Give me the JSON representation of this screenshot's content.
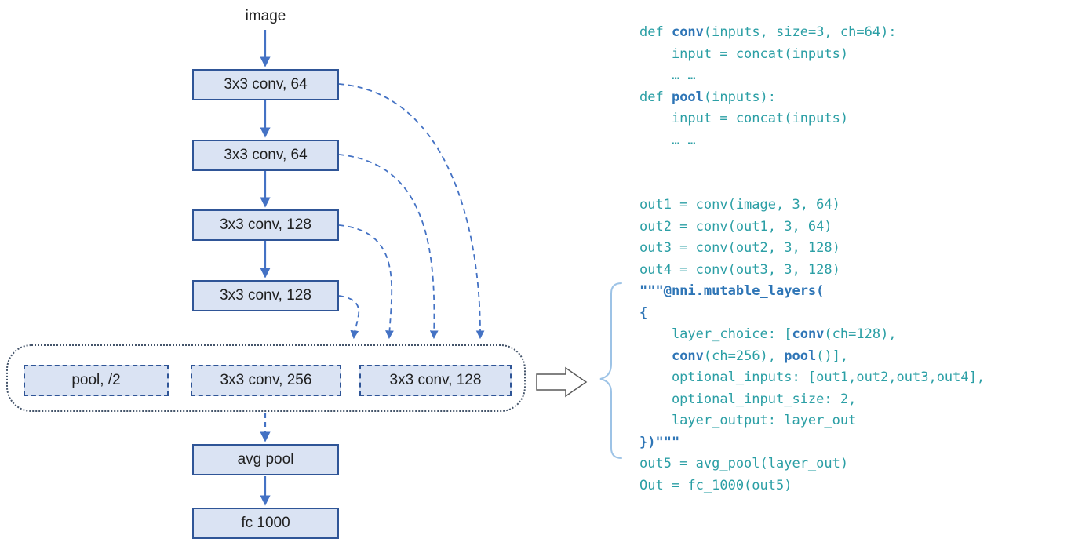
{
  "colors": {
    "box-fill": "#dae3f3",
    "box-border": "#2f5597",
    "arrow": "#4472c4",
    "container-border": "#44546a",
    "code-teal": "#2b9fa5",
    "code-blue": "#2e75b6",
    "brace": "#9dc3e6",
    "transform-arrow-border": "#595959",
    "text": "#1f1f1f"
  },
  "diagram": {
    "input_label": "image",
    "layers": [
      {
        "label": "3x3 conv, 64"
      },
      {
        "label": "3x3 conv, 64"
      },
      {
        "label": "3x3 conv, 128"
      },
      {
        "label": "3x3 conv, 128"
      }
    ],
    "choices": [
      {
        "label": "pool, /2"
      },
      {
        "label": "3x3 conv, 256"
      },
      {
        "label": "3x3 conv, 128"
      }
    ],
    "tail": [
      {
        "label": "avg pool"
      },
      {
        "label": "fc 1000"
      }
    ]
  },
  "code": {
    "lines": [
      [
        {
          "t": "def ",
          "b": false
        },
        {
          "t": "conv",
          "b": true
        },
        {
          "t": "(inputs, size=3, ch=64):",
          "b": false
        }
      ],
      [
        {
          "t": "    input = concat(inputs)",
          "b": false
        }
      ],
      [
        {
          "t": "    … …",
          "b": false
        }
      ],
      [
        {
          "t": "def ",
          "b": false
        },
        {
          "t": "pool",
          "b": true
        },
        {
          "t": "(inputs):",
          "b": false
        }
      ],
      [
        {
          "t": "    input = concat(inputs)",
          "b": false
        }
      ],
      [
        {
          "t": "    … …",
          "b": false
        }
      ],
      [],
      [],
      [
        {
          "t": "out1 = conv(image, 3, 64)",
          "b": false
        }
      ],
      [
        {
          "t": "out2 = conv(out1, 3, 64)",
          "b": false
        }
      ],
      [
        {
          "t": "out3 = conv(out2, 3, 128)",
          "b": false
        }
      ],
      [
        {
          "t": "out4 = conv(out3, 3, 128)",
          "b": false
        }
      ],
      [
        {
          "t": "\"\"\"@nni.mutable_layers(",
          "b": true
        }
      ],
      [
        {
          "t": "{",
          "b": true
        }
      ],
      [
        {
          "t": "    layer_choice: [",
          "b": false
        },
        {
          "t": "conv",
          "b": true
        },
        {
          "t": "(ch=128),",
          "b": false
        }
      ],
      [
        {
          "t": "    ",
          "b": false
        },
        {
          "t": "conv",
          "b": true
        },
        {
          "t": "(ch=256), ",
          "b": false
        },
        {
          "t": "pool",
          "b": true
        },
        {
          "t": "()],",
          "b": false
        }
      ],
      [
        {
          "t": "    optional_inputs: [out1,out2,out3,out4],",
          "b": false
        }
      ],
      [
        {
          "t": "    optional_input_size: 2,",
          "b": false
        }
      ],
      [
        {
          "t": "    layer_output: layer_out",
          "b": false
        }
      ],
      [
        {
          "t": "})\"\"\"",
          "b": true
        }
      ],
      [
        {
          "t": "out5 = avg_pool(layer_out)",
          "b": false
        }
      ],
      [
        {
          "t": "Out = fc_1000(out5)",
          "b": false
        }
      ]
    ]
  }
}
